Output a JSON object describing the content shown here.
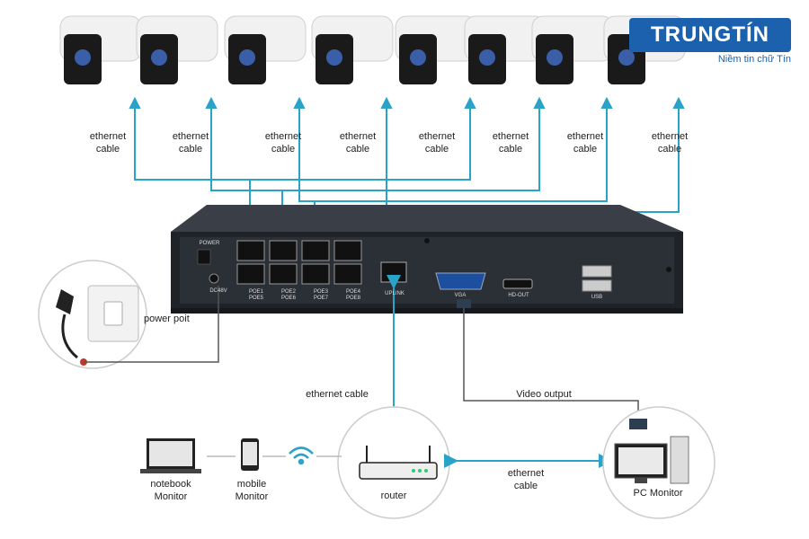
{
  "brand": {
    "name": "TRUNGTÍN",
    "tagline": "Niềm tin chữ Tín"
  },
  "cameras": [
    {
      "cable_label": "ethernet\ncable"
    },
    {
      "cable_label": "ethernet\ncable"
    },
    {
      "cable_label": "ethernet\ncable"
    },
    {
      "cable_label": "ethernet\ncable"
    },
    {
      "cable_label": "ethernet\ncable"
    },
    {
      "cable_label": "ethernet\ncable"
    },
    {
      "cable_label": "ethernet\ncable"
    },
    {
      "cable_label": "ethernet\ncable"
    }
  ],
  "nvr": {
    "power_label": "POWER",
    "dc_label": "DC48V",
    "poe_labels": [
      "POE1\nPOE5",
      "POE2\nPOE6",
      "POE3\nPOE7",
      "POE4\nPOE8"
    ],
    "uplink_label": "UPLINK",
    "vga_label": "VGA",
    "hdout_label": "HD-OUT",
    "usb_label": "USB"
  },
  "power": {
    "label": "power poit"
  },
  "router": {
    "label": "router",
    "link_label": "ethernet cable"
  },
  "video": {
    "label": "Video output"
  },
  "pc": {
    "label": "PC Monitor",
    "link_label": "ethernet\ncable"
  },
  "notebook": {
    "label": "notebook\nMonitor"
  },
  "mobile": {
    "label": "mobile\nMonitor"
  },
  "colors": {
    "cable": "#2aa3c9",
    "nvr_body": "#2b2f36",
    "brand": "#1b61ad"
  }
}
